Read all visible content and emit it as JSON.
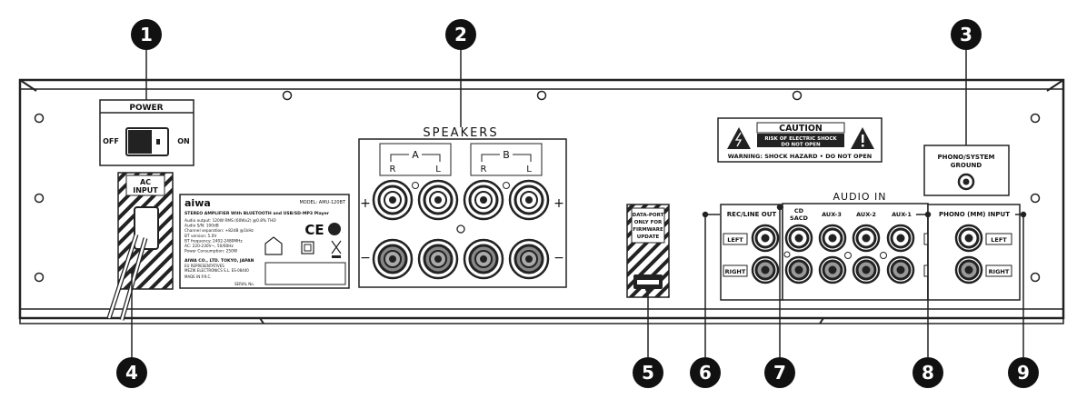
{
  "callouts": [
    "1",
    "2",
    "3",
    "4",
    "5",
    "6",
    "7",
    "8",
    "9"
  ],
  "power": {
    "title": "POWER",
    "off": "OFF",
    "on": "ON"
  },
  "ac_input": {
    "line1": "AC",
    "line2": "INPUT"
  },
  "label_plate": {
    "brand": "aiwa",
    "model": "MODEL: AMU-120BT",
    "subtitle": "STEREO AMPLIFIER With BLUETOOTH and USB/SD-MP3 Player",
    "specs": [
      "Audio output: 120W RMS (60Wx2) @0.8% THD",
      "Audio S/N: 100dB",
      "Channel separation: +82dB @1kHz",
      "BT version: 5.0V",
      "BT frequency: 2402-2480MHz",
      "AC: 220-230V~, 50/60Hz",
      "Power Consumption: 250W"
    ],
    "ce": "CE",
    "company": "AIWA CO., LTD. TOKYO, JAPAN",
    "rep1": "EU REPRESENTATIVES",
    "rep2": "MEZIK ELECTRONICS S.L. ES-08440",
    "made": "MADE IN P.R.C.",
    "serial": "SERIAL No."
  },
  "speakers": {
    "title": "SPEAKERS",
    "a": "A",
    "b": "B",
    "r": "R",
    "l": "L",
    "plus": "+",
    "minus": "−"
  },
  "caution": {
    "title": "CAUTION",
    "line1": "RISK OF ELECTRIC SHOCK",
    "line2": "DO NOT OPEN",
    "warning": "WARNING: SHOCK HAZARD • DO NOT OPEN"
  },
  "phono_ground": {
    "line1": "PHONO/SYSTEM",
    "line2": "GROUND"
  },
  "data_port": {
    "lines": [
      "DATA-PORT",
      "ONLY FOR",
      "FIRMWARE",
      "UPDATE"
    ]
  },
  "audio_in": {
    "title": "AUDIO IN",
    "cd1": "CD",
    "cd2": "SACD",
    "aux3": "AUX-3",
    "aux2": "AUX-2",
    "aux1": "AUX-1"
  },
  "rec_line_out": {
    "title": "REC/LINE OUT",
    "left": "LEFT",
    "right": "RIGHT"
  },
  "phono_input": {
    "title": "PHONO (MM) INPUT",
    "left": "LEFT",
    "right": "RIGHT"
  }
}
